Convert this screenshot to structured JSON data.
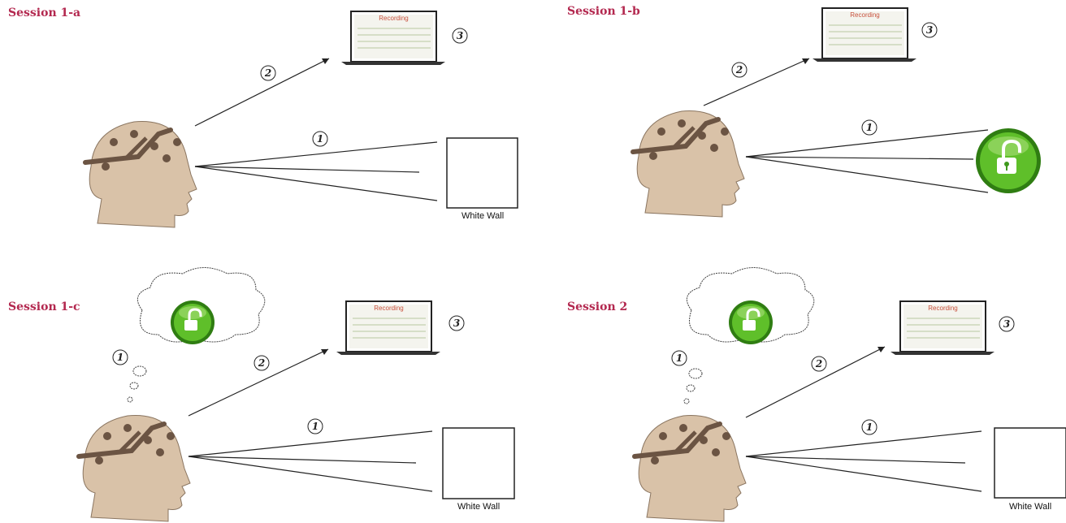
{
  "panels": [
    {
      "title": "Session 1-a",
      "screen_text": "Recording",
      "wall_label": "White Wall",
      "steps": [
        "1",
        "2",
        "3"
      ]
    },
    {
      "title": "Session 1-b",
      "screen_text": "Recording",
      "steps": [
        "1",
        "2",
        "3"
      ]
    },
    {
      "title": "Session 1-c",
      "screen_text": "Recording",
      "wall_label": "White Wall",
      "steps": [
        "1",
        "1",
        "2",
        "3"
      ]
    },
    {
      "title": "Session 2",
      "screen_text": "Recording",
      "wall_label": "White Wall",
      "steps": [
        "1",
        "1",
        "2",
        "3"
      ]
    }
  ],
  "colors": {
    "title": "#b3284f",
    "lock_green": "#3f9a1e",
    "skin": "#d9c2a8",
    "headset": "#6b5443"
  },
  "icons": [
    "eeg-head-icon",
    "laptop-icon",
    "unlock-icon",
    "thought-cloud-icon"
  ]
}
